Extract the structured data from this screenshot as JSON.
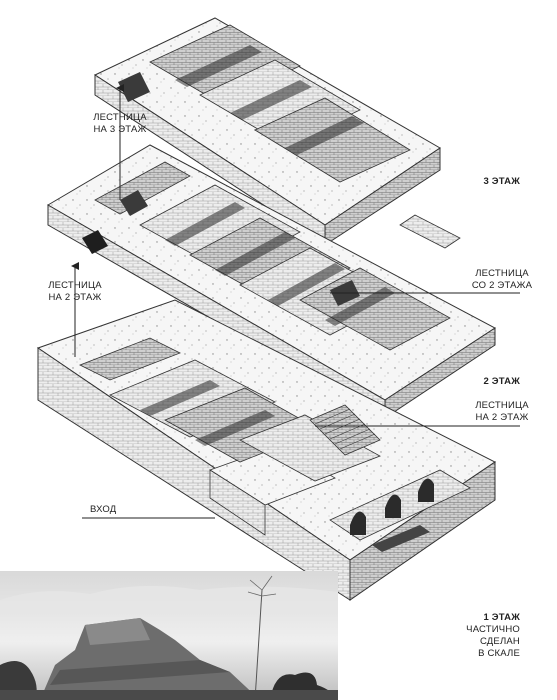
{
  "labels": {
    "stair_to_3": [
      "ЛЕСТНИЦА",
      "НА 3 ЭТАЖ"
    ],
    "stair_to_2_left": [
      "ЛЕСТНИЦА",
      "НА 2 ЭТАЖ"
    ],
    "stair_from_2": [
      "ЛЕСТНИЦА",
      "СО 2 ЭТАЖА"
    ],
    "stair_to_2_right": [
      "ЛЕСТНИЦА",
      "НА 2 ЭТАЖ"
    ],
    "entrance": "ВХОД",
    "floor_3": "3 ЭТАЖ",
    "floor_2": "2 ЭТАЖ",
    "floor_1": "1 ЭТАЖ",
    "floor_1_note": [
      "ЧАСТИЧНО",
      "СДЕЛАН",
      "В СКАЛЕ"
    ]
  }
}
